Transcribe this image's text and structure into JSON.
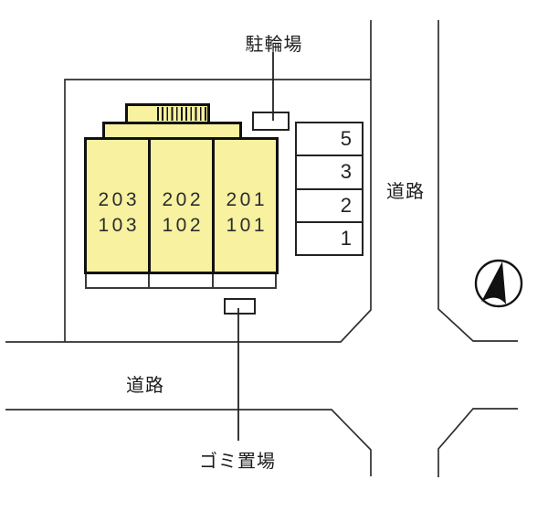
{
  "plan_title": "apartment-site-plan",
  "labels": {
    "bicycle_parking": "駐輪場",
    "road_right": "道路",
    "road_bottom": "道路",
    "garbage_area": "ゴミ置場"
  },
  "building": {
    "units": [
      {
        "upper": "203",
        "lower": "103"
      },
      {
        "upper": "202",
        "lower": "102"
      },
      {
        "upper": "201",
        "lower": "101"
      }
    ]
  },
  "parking": {
    "spaces": [
      "5",
      "3",
      "2",
      "1"
    ]
  },
  "icons": {
    "compass": "north-arrow-icon"
  },
  "colors": {
    "building_fill": "#F7F1A0",
    "line": "#2F2F2F",
    "outline": "#111111"
  }
}
